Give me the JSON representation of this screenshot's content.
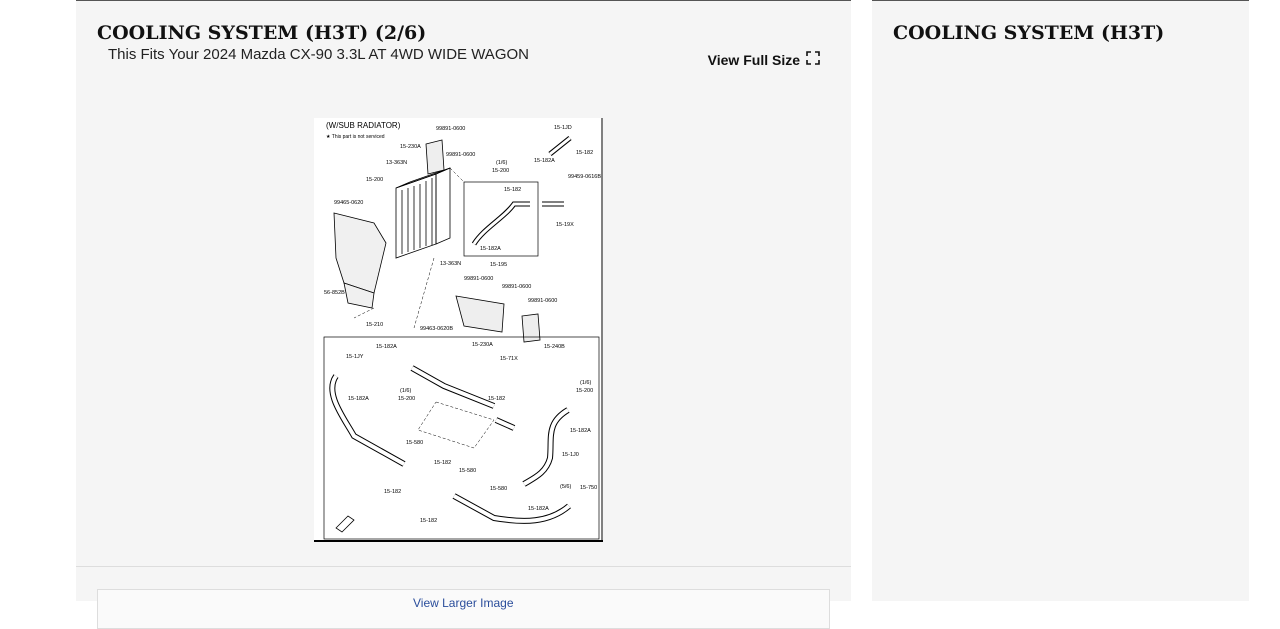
{
  "left": {
    "title": "COOLING SYSTEM (H3T) (2/6)",
    "fits_text": "This Fits Your 2024 Mazda CX-90 3.3L AT 4WD WIDE WAGON",
    "view_full_label": "View Full Size",
    "bottom_link": "View Larger Image"
  },
  "right": {
    "title": "COOLING SYSTEM (H3T)"
  },
  "diagram": {
    "heading": "(W/SUB RADIATOR)",
    "note": "★ This part is not serviced",
    "labels": [
      "99891-0600",
      "15-1JD",
      "15-182",
      "15-230A",
      "99891-0600",
      "15-182A",
      "13-363N",
      "(1/6)",
      "15-200",
      "99459-0616B",
      "15-200",
      "15-182",
      "99465-0620",
      "15-19X",
      "15-182A",
      "13-363N",
      "15-195",
      "99891-0600",
      "99891-0600",
      "99891-0600",
      "56-852B",
      "15-210",
      "99463-0620B",
      "15-230A",
      "15-240B",
      "15-71X",
      "15-182A",
      "15-1JY",
      "(1/6)",
      "15-200",
      "15-182A",
      "15-182",
      "(1/6)",
      "15-200",
      "15-182A",
      "15-580",
      "15-182",
      "15-580",
      "15-1J0",
      "15-182",
      "15-580",
      "(5/6)",
      "15-750",
      "15-182A",
      "15-182"
    ]
  }
}
